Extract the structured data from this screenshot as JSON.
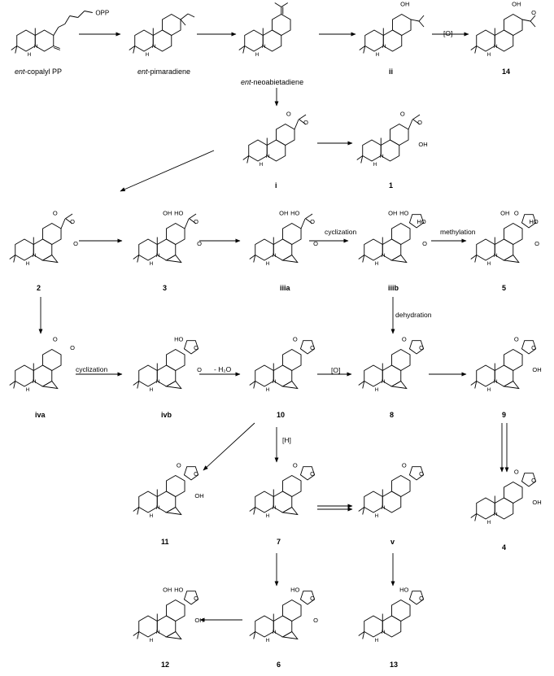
{
  "diagram": {
    "compounds": [
      {
        "id": "ent_copalyl_pp",
        "label_pre": "ent",
        "label_post": "-copalyl PP",
        "substituent": "OPP",
        "kind": "copalyl"
      },
      {
        "id": "ent_pimaradiene",
        "label_pre": "ent",
        "label_post": "-pimaradiene",
        "kind": "pimaradiene"
      },
      {
        "id": "ent_neoabietadiene",
        "label_pre": "ent",
        "label_post": "-neoabietadiene",
        "kind": "neoabietadiene"
      },
      {
        "id": "ii",
        "label": "ii",
        "substituents": [
          "OH"
        ],
        "kind": "ii"
      },
      {
        "id": "c14",
        "label": "14",
        "substituents": [
          "OH",
          "O"
        ],
        "kind": "c14"
      },
      {
        "id": "i",
        "label": "i",
        "substituents": [
          "O",
          "O"
        ],
        "kind": "i"
      },
      {
        "id": "c1",
        "label": "1",
        "substituents": [
          "O",
          "O",
          "OH"
        ],
        "kind": "c1"
      },
      {
        "id": "c2",
        "label": "2",
        "substituents": [
          "O",
          "O",
          "O"
        ],
        "kind": "c2"
      },
      {
        "id": "c3",
        "label": "3",
        "substituents": [
          "HO",
          "O",
          "O",
          "OH"
        ],
        "kind": "c3"
      },
      {
        "id": "iiia",
        "label": "iiia",
        "substituents": [
          "HO",
          "O",
          "O",
          "OH"
        ],
        "kind": "iiia"
      },
      {
        "id": "iiib",
        "label": "iiib",
        "substituents": [
          "HO",
          "HO",
          "O",
          "OH"
        ],
        "kind": "iiib"
      },
      {
        "id": "c5",
        "label": "5",
        "substituents": [
          "O",
          "HO",
          "O",
          "OH"
        ],
        "kind": "c5"
      },
      {
        "id": "iva",
        "label": "iva",
        "substituents": [
          "O",
          "O"
        ],
        "kind": "iva"
      },
      {
        "id": "ivb",
        "label": "ivb",
        "substituents": [
          "HO",
          "O",
          "O"
        ],
        "kind": "ivb"
      },
      {
        "id": "c10",
        "label": "10",
        "substituents": [
          "O",
          "O"
        ],
        "kind": "c10"
      },
      {
        "id": "c8",
        "label": "8",
        "substituents": [
          "O",
          "O"
        ],
        "kind": "c8"
      },
      {
        "id": "c9",
        "label": "9",
        "substituents": [
          "O",
          "O",
          "OH"
        ],
        "kind": "c9"
      },
      {
        "id": "c11",
        "label": "11",
        "substituents": [
          "O",
          "O",
          "OH"
        ],
        "kind": "c11"
      },
      {
        "id": "c7",
        "label": "7",
        "substituents": [
          "O",
          "O"
        ],
        "kind": "c7"
      },
      {
        "id": "v",
        "label": "v",
        "substituents": [
          "O",
          "O"
        ],
        "kind": "v"
      },
      {
        "id": "c4",
        "label": "4",
        "substituents": [
          "O",
          "O",
          "OH"
        ],
        "kind": "c4"
      },
      {
        "id": "c12",
        "label": "12",
        "substituents": [
          "HO",
          "O",
          "OH",
          "OH"
        ],
        "kind": "c12"
      },
      {
        "id": "c6",
        "label": "6",
        "substituents": [
          "HO",
          "O",
          "O"
        ],
        "kind": "c6"
      },
      {
        "id": "c13",
        "label": "13",
        "substituents": [
          "HO",
          "O"
        ],
        "kind": "c13"
      }
    ],
    "reactions": [
      {
        "from": "ent_copalyl_pp",
        "to": "ent_pimaradiene",
        "label": ""
      },
      {
        "from": "ent_pimaradiene",
        "to": "ent_neoabietadiene",
        "label": ""
      },
      {
        "from": "ent_neoabietadiene",
        "to": "ii",
        "label": ""
      },
      {
        "from": "ii",
        "to": "c14",
        "label": "[O]"
      },
      {
        "from": "ent_neoabietadiene",
        "to": "i",
        "label": ""
      },
      {
        "from": "i",
        "to": "c1",
        "label": ""
      },
      {
        "from": "i",
        "to": "c2",
        "label": ""
      },
      {
        "from": "c2",
        "to": "c3",
        "label": ""
      },
      {
        "from": "c3",
        "to": "iiia",
        "label": ""
      },
      {
        "from": "iiia",
        "to": "iiib",
        "label": "cyclization"
      },
      {
        "from": "iiib",
        "to": "c5",
        "label": "methylation"
      },
      {
        "from": "c2",
        "to": "iva",
        "label": ""
      },
      {
        "from": "iiib",
        "to": "c8",
        "label": "dehydration"
      },
      {
        "from": "iva",
        "to": "ivb",
        "label": "cyclization"
      },
      {
        "from": "ivb",
        "to": "c10",
        "label": "- H₂O"
      },
      {
        "from": "c10",
        "to": "c8",
        "label": "[O]"
      },
      {
        "from": "c8",
        "to": "c9",
        "label": ""
      },
      {
        "from": "c9",
        "to": "c4",
        "label": ""
      },
      {
        "from": "c10",
        "to": "c11",
        "label": ""
      },
      {
        "from": "c10",
        "to": "c7",
        "label": "[H]"
      },
      {
        "from": "c7",
        "to": "v",
        "label": ""
      },
      {
        "from": "c7",
        "to": "c6",
        "label": ""
      },
      {
        "from": "v",
        "to": "c13",
        "label": ""
      },
      {
        "from": "c6",
        "to": "c12",
        "label": ""
      }
    ],
    "atom_labels": {
      "H": "H"
    }
  }
}
